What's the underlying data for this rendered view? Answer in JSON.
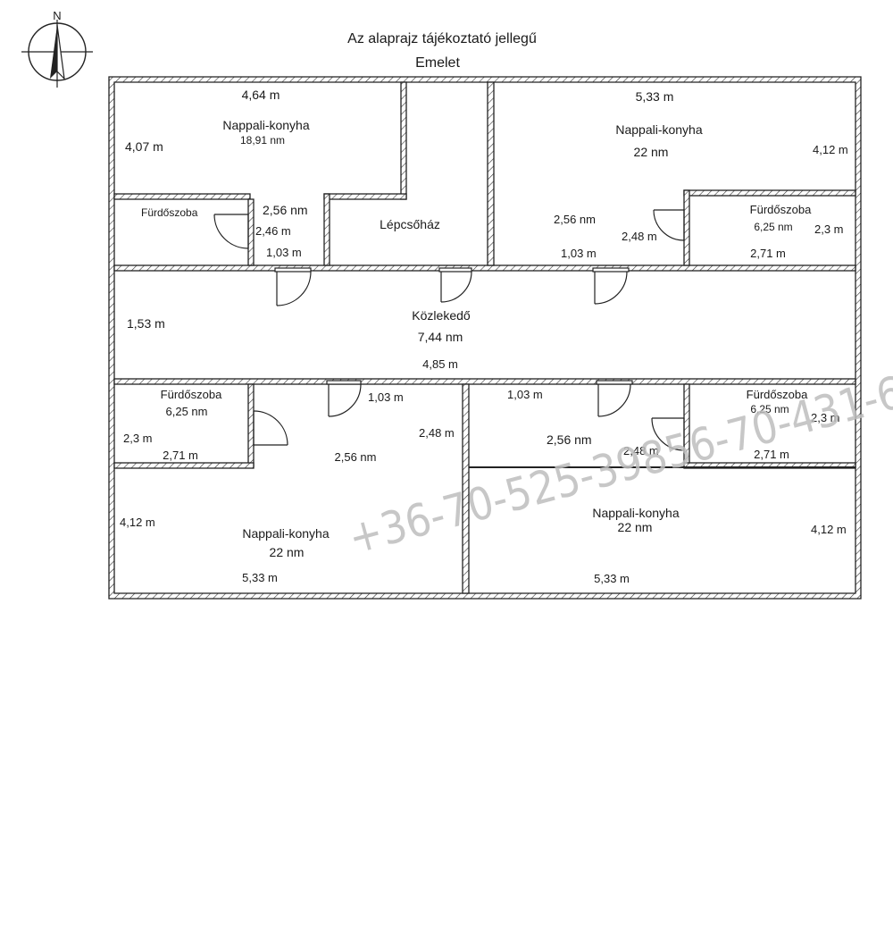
{
  "title": "Az alaprajz tájékoztató jellegű",
  "subtitle": "Emelet",
  "compass": {
    "north_label": "N"
  },
  "watermark": "+36-70-525-39856-70-431-6",
  "rooms": {
    "top_left_living": {
      "name": "Nappali-konyha",
      "area": "18,91 nm",
      "width": "4,64 m",
      "height": "4,07 m"
    },
    "top_left_bath": {
      "name": "Fürdőszoba"
    },
    "top_left_misc": {
      "area": "2,56 nm",
      "height": "2,46 m",
      "door": "1,03 m"
    },
    "stairwell": {
      "name": "Lépcsőház"
    },
    "top_right_living": {
      "name": "Nappali-konyha",
      "area": "22 nm",
      "width": "5,33 m",
      "height": "4,12 m"
    },
    "top_right_misc": {
      "area": "2,56 nm",
      "height": "2,48 m",
      "door": "1,03 m"
    },
    "top_right_bath": {
      "name": "Fürdőszoba",
      "area": "6,25 nm",
      "height": "2,3 m",
      "width": "2,71 m"
    },
    "corridor": {
      "name": "Közlekedő",
      "area": "7,44 nm",
      "height": "1,53 m",
      "width": "4,85 m"
    },
    "bottom_left_bath": {
      "name": "Fürdőszoba",
      "area": "6,25 nm",
      "height": "2,3 m",
      "width": "2,71 m"
    },
    "bottom_left_misc": {
      "door": "1,03 m",
      "height": "2,48 m",
      "area": "2,56 nm"
    },
    "bottom_left_living": {
      "name": "Nappali-konyha",
      "area": "22 nm",
      "height": "4,12 m",
      "width": "5,33 m"
    },
    "bottom_right_misc": {
      "door": "1,03 m",
      "area": "2,56 nm",
      "height": "2,48 m"
    },
    "bottom_right_bath": {
      "name": "Fürdőszoba",
      "area": "6,25 nm",
      "height": "2,3 m",
      "width": "2,71 m"
    },
    "bottom_right_living": {
      "name": "Nappali-konyha",
      "area": "22 nm",
      "height": "4,12 m",
      "width": "5,33 m"
    }
  }
}
